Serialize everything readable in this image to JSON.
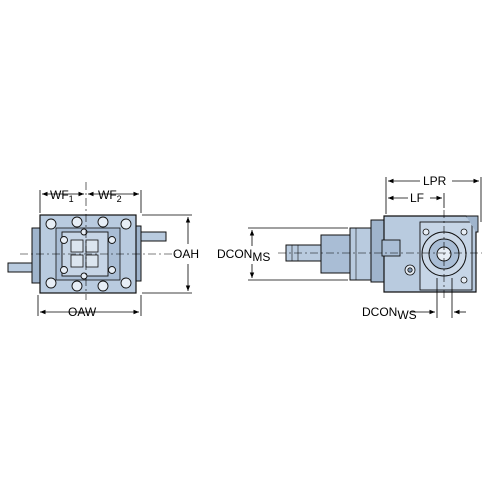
{
  "labels": {
    "wf1_main": "WF",
    "wf1_sub": "1",
    "wf2_main": "WF",
    "wf2_sub": "2",
    "oah": "OAH",
    "oaw": "OAW",
    "dconms_main": "DCON",
    "dconms_sub": "MS",
    "lpr": "LPR",
    "lf": "LF",
    "dconws_main": "DCON",
    "dconws_sub": "WS"
  },
  "colors": {
    "body_fill": "#b9cbdf",
    "body_light": "#d9e4ef",
    "body_dark": "#7f97b3",
    "outline": "#111111",
    "dimension": "#000000"
  }
}
